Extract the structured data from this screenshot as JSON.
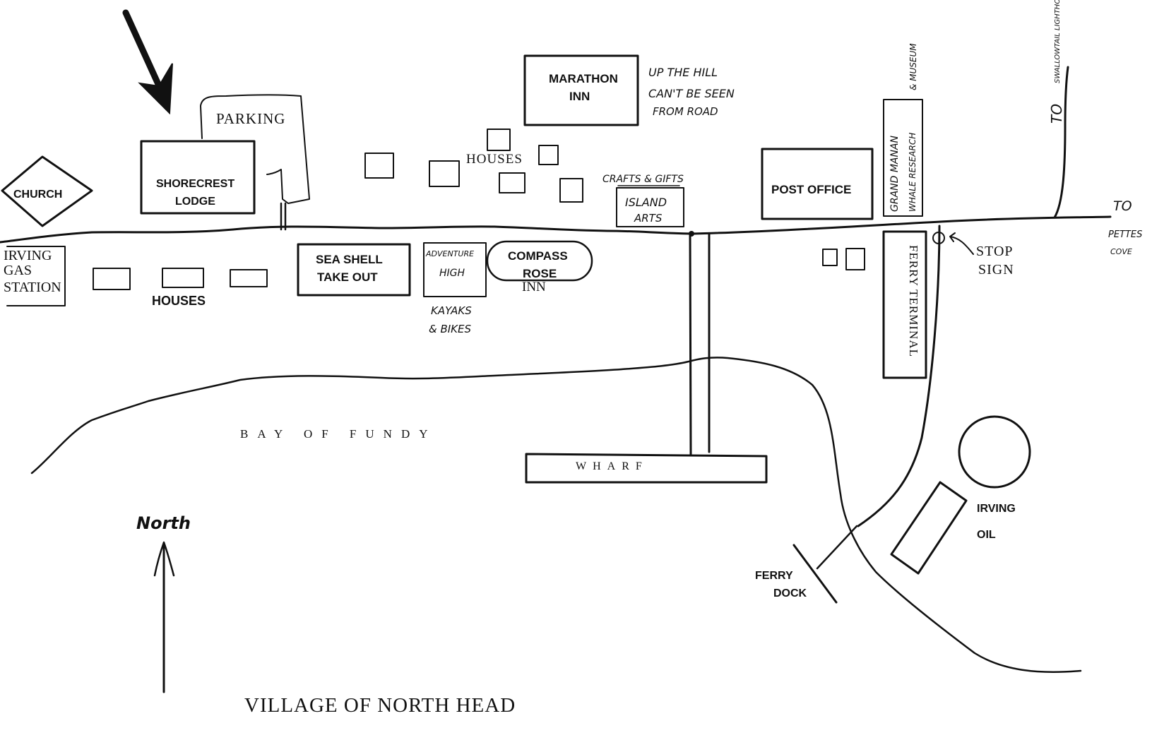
{
  "map": {
    "title": "VILLAGE OF NORTH HEAD",
    "north_label": "North",
    "water": "BAY OF FUNDY",
    "labels": {
      "church": "CHURCH",
      "parking": "PARKING",
      "shorecrest_1": "SHORECREST",
      "shorecrest_2": "LODGE",
      "marathon_1": "MARATHON",
      "marathon_2": "INN",
      "uphill_1": "UP THE HILL",
      "uphill_2": "CAN'T BE SEEN",
      "uphill_3": "FROM ROAD",
      "houses_north": "HOUSES",
      "crafts": "CRAFTS & GIFTS",
      "island_arts_1": "ISLAND",
      "island_arts_2": "ARTS",
      "post_office": "POST OFFICE",
      "museum_1": "GRAND MANAN",
      "museum_2": "WHALE RESEARCH",
      "museum_3": "& MUSEUM",
      "swallowtail_to": "TO",
      "swallowtail": "SWALLOWTAIL LIGHTHOUSE",
      "pettes_to": "TO",
      "pettes_1": "PETTES",
      "pettes_2": "COVE",
      "irving_gas_1": "IRVING",
      "irving_gas_2": "GAS",
      "irving_gas_3": "STATION",
      "houses_south": "HOUSES",
      "seashell_1": "SEA SHELL",
      "seashell_2": "TAKE OUT",
      "adventure_1": "ADVENTURE",
      "adventure_2": "HIGH",
      "kayaks_1": "KAYAKS",
      "kayaks_2": "& BIKES",
      "compass_1": "COMPASS",
      "compass_2": "ROSE",
      "compass_3": "INN",
      "ferry_terminal": "FERRY TERMINAL",
      "stop_1": "STOP",
      "stop_2": "SIGN",
      "wharf": "WHARF",
      "ferry_dock_1": "FERRY",
      "ferry_dock_2": "DOCK",
      "irving_oil_1": "IRVING",
      "irving_oil_2": "OIL"
    }
  }
}
